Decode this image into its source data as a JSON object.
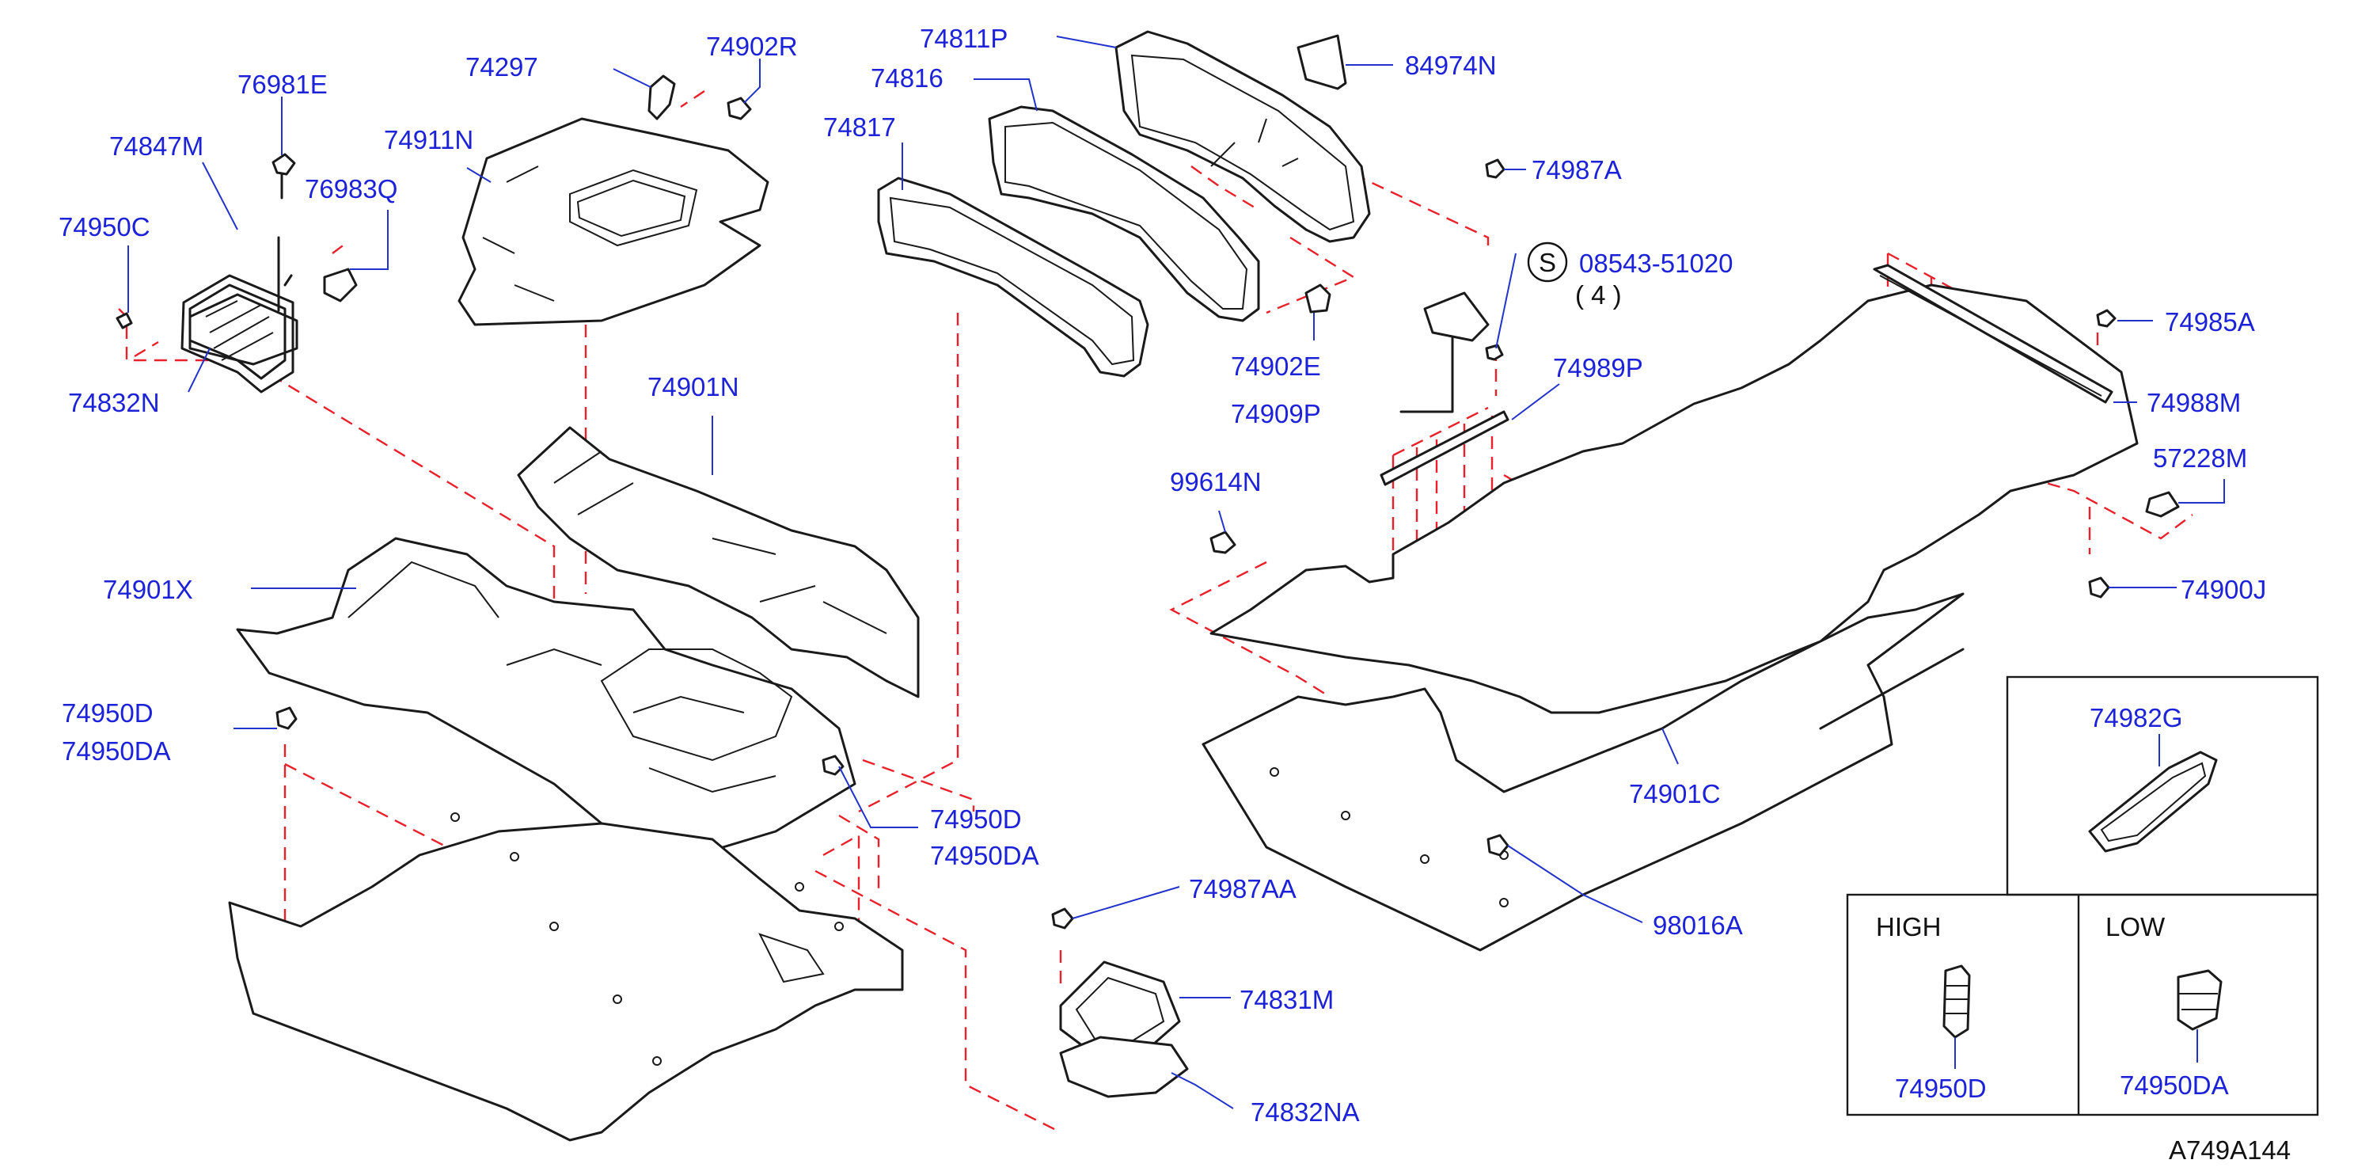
{
  "labels": {
    "p76981E": "76981E",
    "p74847M": "74847M",
    "p74950C": "74950C",
    "p76983Q": "76983Q",
    "p74832N": "74832N",
    "p74297": "74297",
    "p74902R": "74902R",
    "p74911N": "74911N",
    "p74811P": "74811P",
    "p74816": "74816",
    "p74817": "74817",
    "p84974N": "84974N",
    "p74987A": "74987A",
    "p08543_51020": "08543-51020",
    "qty4": "( 4 )",
    "symbolS": "S",
    "p74902E": "74902E",
    "p74909P": "74909P",
    "p74989P": "74989P",
    "p74985A": "74985A",
    "p74988M": "74988M",
    "p57228M": "57228M",
    "p74900J": "74900J",
    "p99614N": "99614N",
    "p74901N": "74901N",
    "p74901X": "74901X",
    "p74950D_left": "74950D",
    "p74950DA_left": "74950DA",
    "p74950D_mid": "74950D",
    "p74950DA_mid": "74950DA",
    "p74987AA": "74987AA",
    "p74831M": "74831M",
    "p74832NA": "74832NA",
    "p74901C": "74901C",
    "p98016A": "98016A",
    "p74982G": "74982G",
    "high": "HIGH",
    "low": "LOW",
    "p74950D_box": "74950D",
    "p74950DA_box": "74950DA",
    "diagram_code": "A749A144"
  },
  "colors": {
    "label": "#1c22d8",
    "leader": "#2233cc",
    "dashed_alignment": "#e8212a",
    "outline": "#1a1a1a",
    "background": "#ffffff"
  }
}
